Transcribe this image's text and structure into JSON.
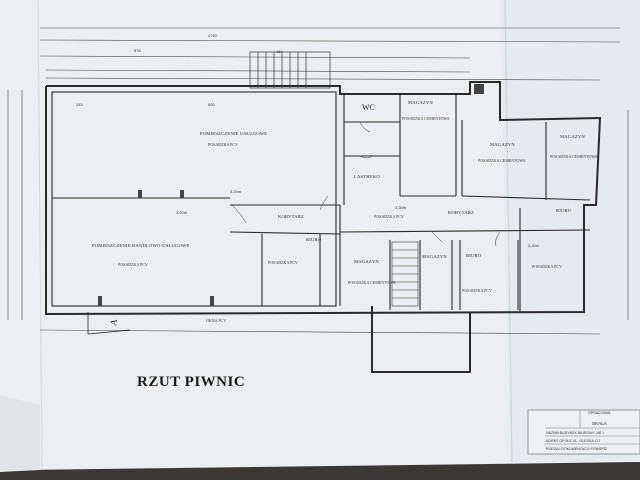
{
  "title": "RZUT PIWNIC",
  "rooms": {
    "service_upper": {
      "name": "POMIESZCZENIE USŁUGOWE",
      "floor": "POSADZKA PCV"
    },
    "service_lower": {
      "name": "POMIESZCZENIE HANDLOWO-USŁUGOWE",
      "floor": "POSADZKA PCV"
    },
    "wc": {
      "name": "WC"
    },
    "magazyn_top": {
      "name": "MAGAZYN",
      "floor": "POSADZKA CEMENTOWA"
    },
    "lastryko": {
      "name": "LASTRYKO"
    },
    "magazyn_right": {
      "name": "MAGAZYN",
      "floor": "POSADZKA CEMENTOWA"
    },
    "magazyn_far_right": {
      "name": "MAGAZYN",
      "floor": "POSADZKA CEMENTOWA"
    },
    "korytarz_left": {
      "name": "KORYTARZ"
    },
    "korytarz_right": {
      "name": "KORYTARZ"
    },
    "corridor_floor": {
      "floor": "POSADZKA PCV"
    },
    "biuro_1": {
      "name": "BIURO",
      "floor": "POSADZKA PCV"
    },
    "magazyn_mid": {
      "name": "MAGAZYN",
      "floor": "POSADZKA CEMENTOWA"
    },
    "magazyn_stair": {
      "name": "MAGAZYN"
    },
    "biuro_2": {
      "name": "BIURO",
      "floor": "POSADZKA PCV"
    },
    "biuro_3": {
      "name": "BIURO",
      "floor": "POSADZKA PCV"
    }
  },
  "dimensions": [
    "4760",
    "460",
    "876",
    "145",
    "800",
    "3,20m",
    "3,20m",
    "3,20m",
    "3,20m"
  ],
  "notes": {
    "windows": "OKNA PCV"
  },
  "stamp": {
    "header": "SKALA",
    "row1": "NAZWA  BUDYNEK BIUROWY  NR 1",
    "row2": "ADRES  OPOLE UL. OLESKA 117",
    "row3": "RODZAJ DOKUMENTACJI   POWIERZ",
    "badge": "OPRACOWAŁ"
  },
  "colors": {
    "paper": "#eceef1",
    "ink": "#2a2a2a",
    "background": "#3a3834"
  }
}
